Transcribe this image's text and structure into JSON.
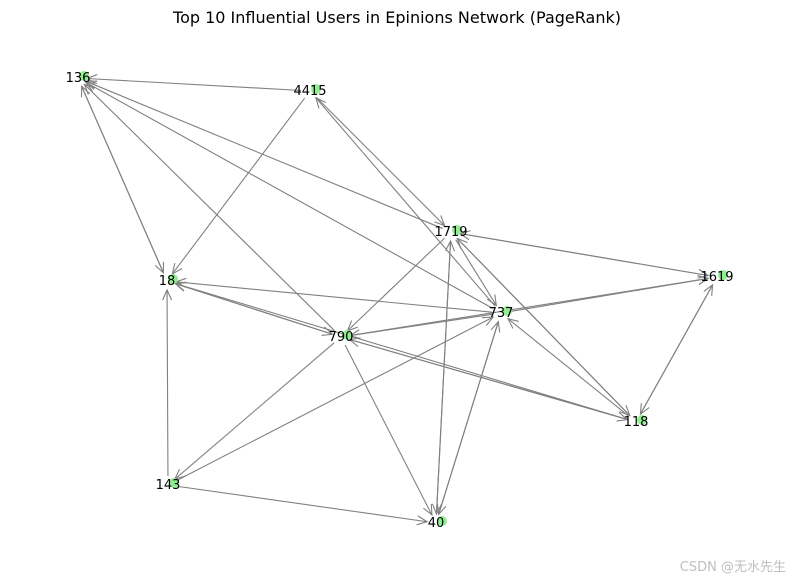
{
  "title": "Top 10 Influential Users in Epinions Network (PageRank)",
  "watermark": "CSDN @无水先生",
  "colors": {
    "edge": "#808080",
    "node": "#90ee90",
    "label": "#000000"
  },
  "nodes": [
    {
      "id": "136",
      "label": "136"
    },
    {
      "id": "4415",
      "label": "4415"
    },
    {
      "id": "1719",
      "label": "1719"
    },
    {
      "id": "1619",
      "label": "1619"
    },
    {
      "id": "18",
      "label": "18"
    },
    {
      "id": "737",
      "label": "737"
    },
    {
      "id": "790",
      "label": "790"
    },
    {
      "id": "118",
      "label": "118"
    },
    {
      "id": "143",
      "label": "143"
    },
    {
      "id": "40",
      "label": "40"
    }
  ],
  "edges": [
    {
      "source": "4415",
      "target": "136"
    },
    {
      "source": "4415",
      "target": "18"
    },
    {
      "source": "4415",
      "target": "1719"
    },
    {
      "source": "737",
      "target": "4415"
    },
    {
      "source": "1719",
      "target": "136"
    },
    {
      "source": "737",
      "target": "136"
    },
    {
      "source": "790",
      "target": "136"
    },
    {
      "source": "18",
      "target": "136"
    },
    {
      "source": "136",
      "target": "18"
    },
    {
      "source": "1619",
      "target": "1719"
    },
    {
      "source": "1719",
      "target": "1619"
    },
    {
      "source": "1719",
      "target": "737"
    },
    {
      "source": "1719",
      "target": "790"
    },
    {
      "source": "1719",
      "target": "40"
    },
    {
      "source": "40",
      "target": "1719"
    },
    {
      "source": "118",
      "target": "1719"
    },
    {
      "source": "1719",
      "target": "118"
    },
    {
      "source": "737",
      "target": "1619"
    },
    {
      "source": "790",
      "target": "1619"
    },
    {
      "source": "1619",
      "target": "118"
    },
    {
      "source": "118",
      "target": "1619"
    },
    {
      "source": "737",
      "target": "18"
    },
    {
      "source": "790",
      "target": "18"
    },
    {
      "source": "18",
      "target": "790"
    },
    {
      "source": "118",
      "target": "18"
    },
    {
      "source": "737",
      "target": "790"
    },
    {
      "source": "118",
      "target": "790"
    },
    {
      "source": "790",
      "target": "118"
    },
    {
      "source": "118",
      "target": "737"
    },
    {
      "source": "790",
      "target": "143"
    },
    {
      "source": "790",
      "target": "40"
    },
    {
      "source": "143",
      "target": "737"
    },
    {
      "source": "737",
      "target": "40"
    },
    {
      "source": "40",
      "target": "737"
    },
    {
      "source": "143",
      "target": "18"
    },
    {
      "source": "143",
      "target": "40"
    }
  ]
}
